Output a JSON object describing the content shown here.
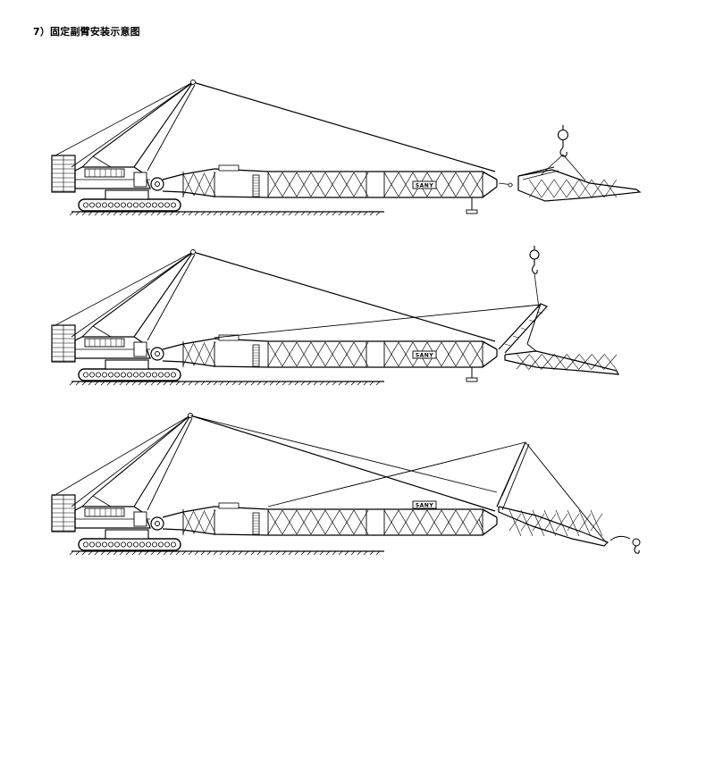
{
  "heading": "7）固定副臂安装示意图",
  "figures": [
    {
      "name": "step-1-hoist-jib-in"
    },
    {
      "name": "step-2-pin-jib-root"
    },
    {
      "name": "step-3-jib-fixed"
    }
  ],
  "boom_logo": "SANY",
  "colors": {
    "line": "#000000",
    "background": "#ffffff"
  }
}
